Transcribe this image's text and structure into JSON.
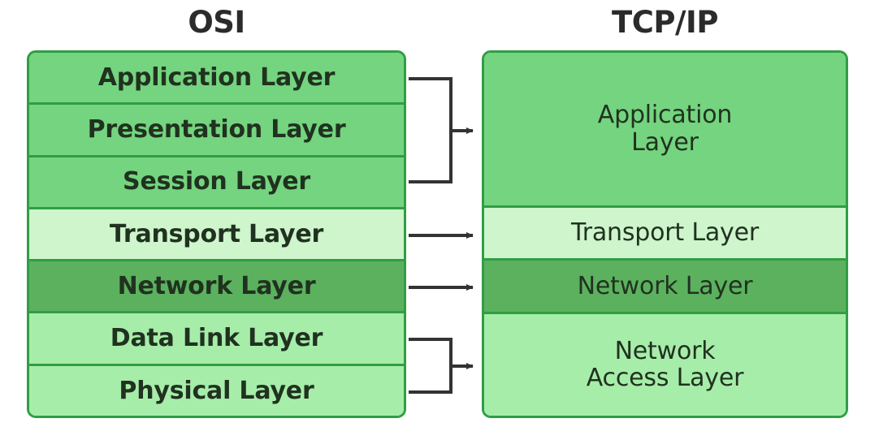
{
  "columns": {
    "osi": {
      "title": "OSI",
      "layers": [
        {
          "label": "Application Layer",
          "tone": "tone-medium"
        },
        {
          "label": "Presentation Layer",
          "tone": "tone-medium"
        },
        {
          "label": "Session Layer",
          "tone": "tone-medium"
        },
        {
          "label": "Transport Layer",
          "tone": "tone-pale"
        },
        {
          "label": "Network Layer",
          "tone": "tone-dark"
        },
        {
          "label": "Data Link Layer",
          "tone": "tone-light"
        },
        {
          "label": "Physical Layer",
          "tone": "tone-light"
        }
      ]
    },
    "tcpip": {
      "title": "TCP/IP",
      "layers": [
        {
          "label": "Application\nLayer",
          "tone": "tone-medium",
          "span": 3
        },
        {
          "label": "Transport Layer",
          "tone": "tone-pale",
          "span": 1
        },
        {
          "label": "Network Layer",
          "tone": "tone-dark",
          "span": 1
        },
        {
          "label": "Network\nAccess Layer",
          "tone": "tone-light",
          "span": 2
        }
      ]
    }
  },
  "mappings": [
    {
      "name": "application-mapping",
      "from": [
        "Application Layer",
        "Presentation Layer",
        "Session Layer"
      ],
      "to": "Application Layer",
      "connector": "bracket"
    },
    {
      "name": "transport-mapping",
      "from": [
        "Transport Layer"
      ],
      "to": "Transport Layer",
      "connector": "arrow"
    },
    {
      "name": "network-mapping",
      "from": [
        "Network Layer"
      ],
      "to": "Network Layer",
      "connector": "arrow"
    },
    {
      "name": "network-access-mapping",
      "from": [
        "Data Link Layer",
        "Physical Layer"
      ],
      "to": "Network Access Layer",
      "connector": "bracket"
    }
  ],
  "colors": {
    "tone_medium": "#74d47f",
    "tone_pale": "#cef5cc",
    "tone_dark": "#5cb15f",
    "tone_light": "#a7edaa",
    "border": "#2f9e44",
    "text": "#20321f",
    "title_text": "#2b2b2b",
    "connector": "#333333",
    "background": "#ffffff"
  }
}
